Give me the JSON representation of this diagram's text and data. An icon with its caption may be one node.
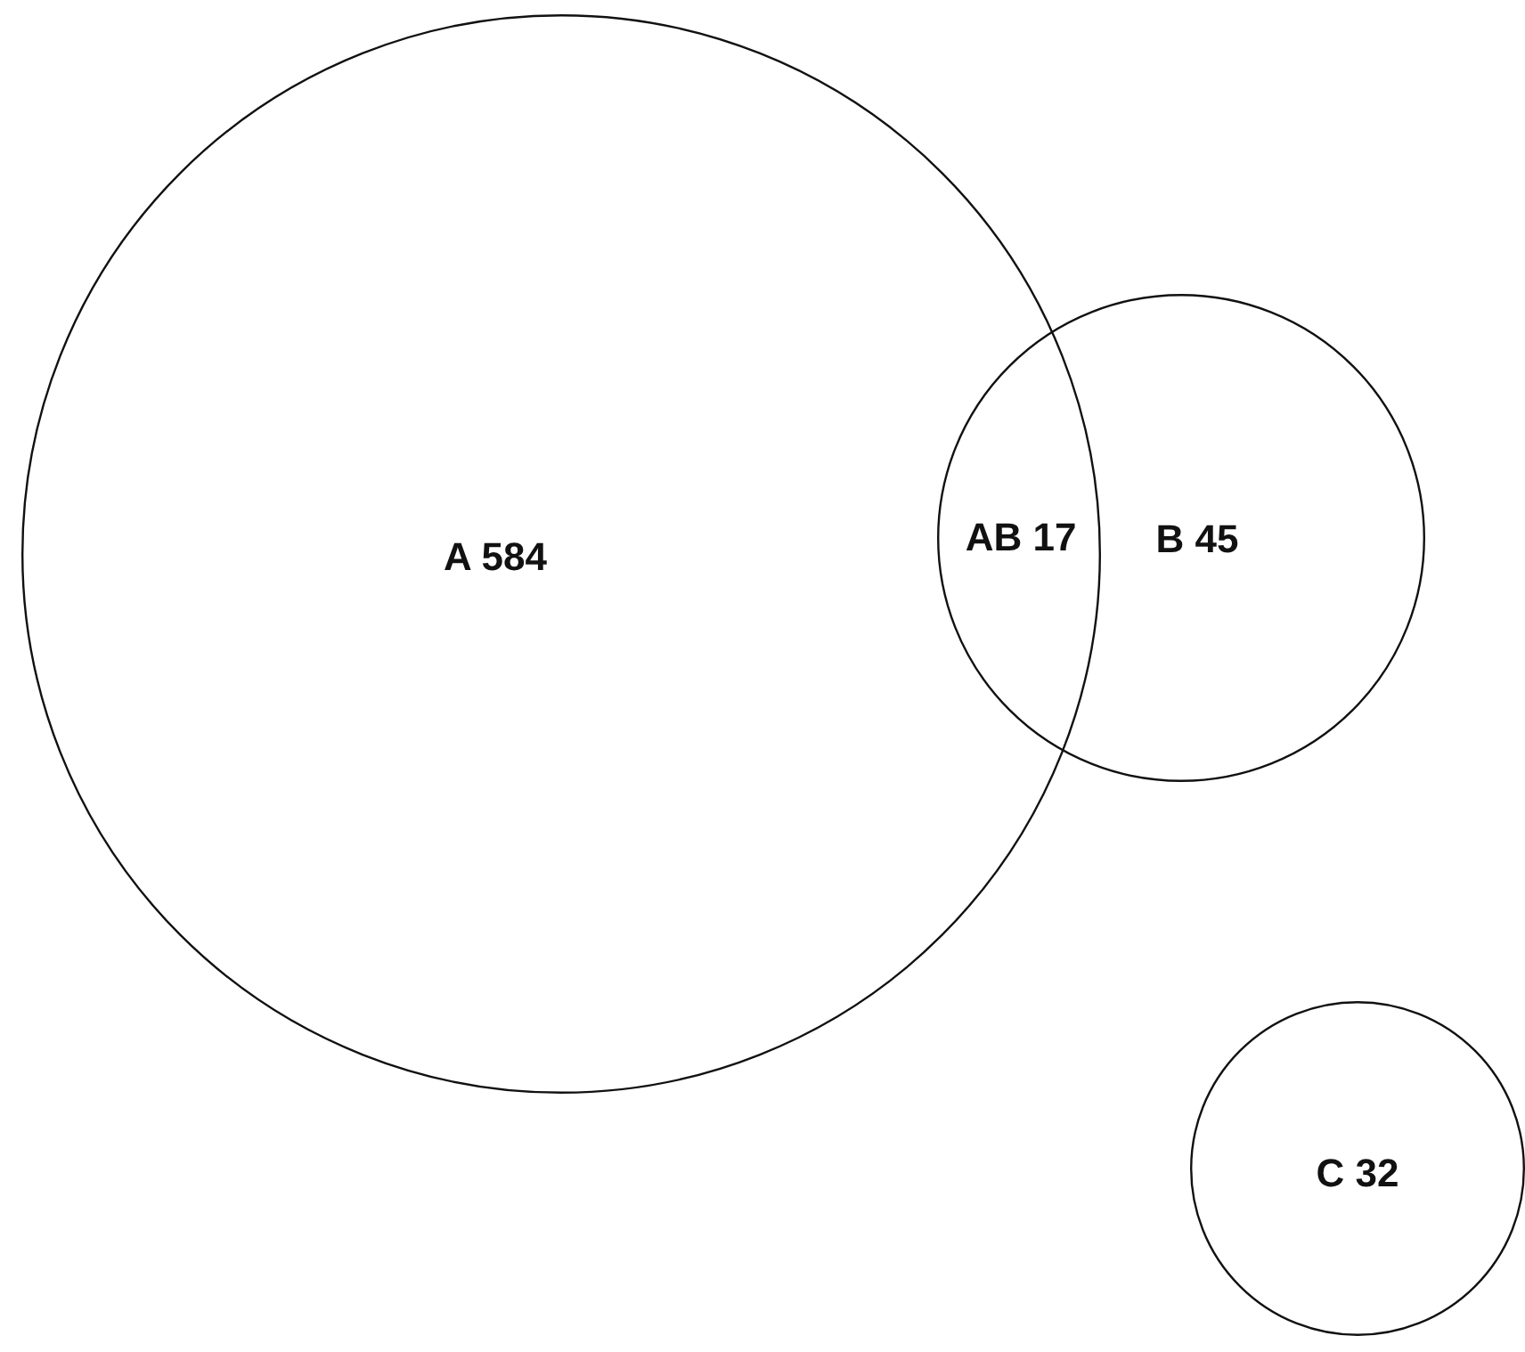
{
  "diagram": {
    "nodes": [
      {
        "text": [
          "A 584"
        ]
      },
      {
        "text": [
          "B 45"
        ]
      },
      {
        "text": [
          "C 32"
        ]
      }
    ],
    "labels": [
      "AB 17"
    ]
  }
}
